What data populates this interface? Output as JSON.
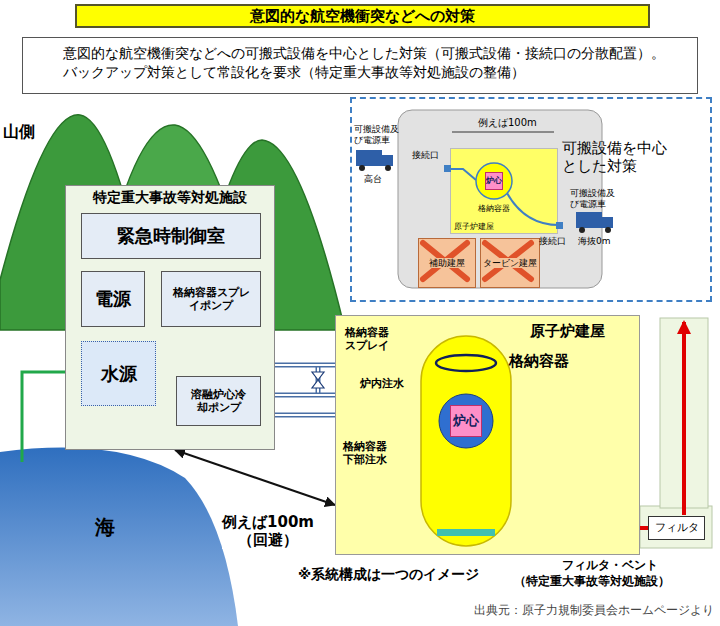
{
  "diagram": {
    "title": "意図的な航空機衝突などへの対策",
    "nodes": [
      {
        "text": [
          "意図的な航空機衝突などへの可搬式設備を中心とした対策（可搬式設備・接続口の分散配置）。",
          "バックアップ対策として常設化を要求（特定重大事故等対処施設の整備）"
        ]
      },
      {
        "text": [
          "可搬設備を中心とした対策"
        ]
      },
      {
        "text": [
          "原子炉建屋"
        ],
        "in": 1
      },
      {
        "text": [
          "格納容器"
        ],
        "in": 2
      },
      {
        "text": [
          "炉心"
        ],
        "in": 3
      },
      {
        "text": [
          "補助建屋"
        ],
        "in": 1
      },
      {
        "text": [
          "タービン建屋"
        ],
        "in": 1
      },
      {
        "text": [
          "特定重大事故等対処施設"
        ]
      },
      {
        "text": [
          "緊急時制御室"
        ],
        "in": 7
      },
      {
        "text": [
          "電源"
        ],
        "in": 7
      },
      {
        "text": [
          "格納容器スプレイポンプ"
        ],
        "in": 7
      },
      {
        "text": [
          "水源"
        ],
        "in": 7
      },
      {
        "text": [
          "溶融炉心冷却ポンプ"
        ],
        "in": 7
      },
      {
        "text": [
          "原子炉建屋"
        ]
      },
      {
        "text": [
          "格納容器"
        ],
        "in": 13
      },
      {
        "text": [
          "炉心"
        ],
        "in": 14
      },
      {
        "text": [
          "フィルタ"
        ]
      }
    ],
    "edges": [
      {
        "from": 11,
        "to": 10,
        "arrow": "to"
      },
      {
        "from": 11,
        "to": 12,
        "arrow": "to"
      },
      {
        "from": 10,
        "to": 14,
        "label": "格納容器スプレイ",
        "arrow": "none"
      },
      {
        "from": 12,
        "to": 14,
        "label": "炉内注水",
        "arrow": "none"
      },
      {
        "from": 12,
        "to": 14,
        "label": "格納容器下部注水",
        "arrow": "to"
      },
      {
        "from": 14,
        "to": 16,
        "arrow": "none"
      },
      {
        "from": 7,
        "to": 13,
        "label": "例えば100m （回避）",
        "arrow": "both"
      }
    ],
    "labels": [
      "山側",
      "海",
      "例えば100m",
      "可搬設備及び電源車",
      "高台",
      "接続口",
      "接続口",
      "可搬設備及び電源車",
      "海抜0m",
      "※系統構成は一つのイメージ",
      "フィルタ・ベント",
      "（特定重大事故等対処施設）",
      "出典元：原子力規制委員会ホームページより"
    ]
  }
}
